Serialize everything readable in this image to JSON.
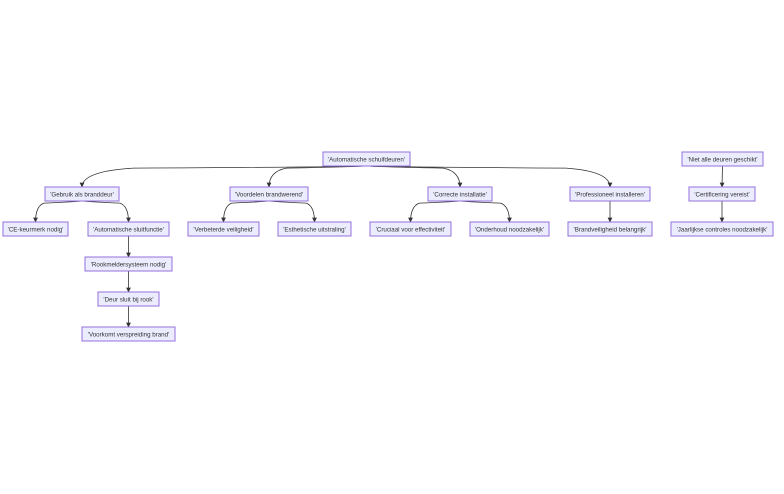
{
  "diagram": {
    "nodes": [
      {
        "id": "n0",
        "label": "'Automatische schuifdeuren'"
      },
      {
        "id": "n1",
        "label": "'Gebruik als branddeur'"
      },
      {
        "id": "n2",
        "label": "'Voordelen brandwerend'"
      },
      {
        "id": "n3",
        "label": "'Correcte installatie'"
      },
      {
        "id": "n4",
        "label": "'Professioneel installeren'"
      },
      {
        "id": "n5",
        "label": "'CE-keurmerk nodig'"
      },
      {
        "id": "n6",
        "label": "'Automatische sluitfunctie'"
      },
      {
        "id": "n7",
        "label": "'Rookmeldersysteem nodig'"
      },
      {
        "id": "n8",
        "label": "'Deur sluit bij rook'"
      },
      {
        "id": "n9",
        "label": "'Voorkomt verspreiding brand'"
      },
      {
        "id": "n10",
        "label": "'Verbeterde veiligheid'"
      },
      {
        "id": "n11",
        "label": "'Esthetische uitstraling'"
      },
      {
        "id": "n12",
        "label": "'Cruciaal voor effectiviteit'"
      },
      {
        "id": "n13",
        "label": "'Onderhoud noodzakelijk'"
      },
      {
        "id": "n14",
        "label": "'Brandveiligheid belangrijk'"
      },
      {
        "id": "n15",
        "label": "'Niet alle deuren geschikt'"
      },
      {
        "id": "n16",
        "label": "'Certificering vereist'"
      },
      {
        "id": "n17",
        "label": "'Jaarlijkse controles noodzakelijk'"
      }
    ],
    "edges": [
      {
        "from": "n0",
        "to": "n1"
      },
      {
        "from": "n0",
        "to": "n2"
      },
      {
        "from": "n0",
        "to": "n3"
      },
      {
        "from": "n0",
        "to": "n4"
      },
      {
        "from": "n1",
        "to": "n5"
      },
      {
        "from": "n1",
        "to": "n6"
      },
      {
        "from": "n6",
        "to": "n7"
      },
      {
        "from": "n7",
        "to": "n8"
      },
      {
        "from": "n8",
        "to": "n9"
      },
      {
        "from": "n2",
        "to": "n10"
      },
      {
        "from": "n2",
        "to": "n11"
      },
      {
        "from": "n3",
        "to": "n12"
      },
      {
        "from": "n3",
        "to": "n13"
      },
      {
        "from": "n4",
        "to": "n14"
      },
      {
        "from": "n15",
        "to": "n16"
      },
      {
        "from": "n16",
        "to": "n17"
      }
    ]
  }
}
